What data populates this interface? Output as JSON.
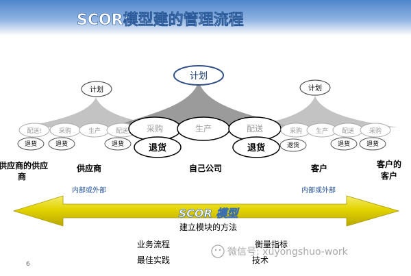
{
  "title": "SCOR模型建的管理流程",
  "plan": {
    "small": "计划",
    "big": "计划"
  },
  "process": {
    "source": "采购",
    "make": "生产",
    "deliver": "配送",
    "return": "退货",
    "deliver_short": "配送!"
  },
  "entities": {
    "supplier_supplier_l1": "供应商的供应",
    "supplier_supplier_l2": "商",
    "supplier": "供应商",
    "company": "自己公司",
    "customer": "客户",
    "customer_customer_l1": "客户的",
    "customer_customer_l2": "客户"
  },
  "internal_external": "内部或外部",
  "arrow": {
    "label": "SCOR 模型",
    "subtitle": "建立模块的方法"
  },
  "bottom": {
    "item1": "业务流程",
    "item2": "最佳实践",
    "item3": "衡量指标",
    "item4": "技术"
  },
  "page_number": "6",
  "watermark": "微信号: xuyongshuo-work",
  "colors": {
    "title_bar_top": "#5b8fd0",
    "title_bar_bottom": "#dfe9f7",
    "arrow_yellow": "#d9c900",
    "arrow_label": "#3a6fb0",
    "entity_text": "#000000",
    "sub_label": "#1f4e9c",
    "ghost_text": "#9a9a9a"
  }
}
